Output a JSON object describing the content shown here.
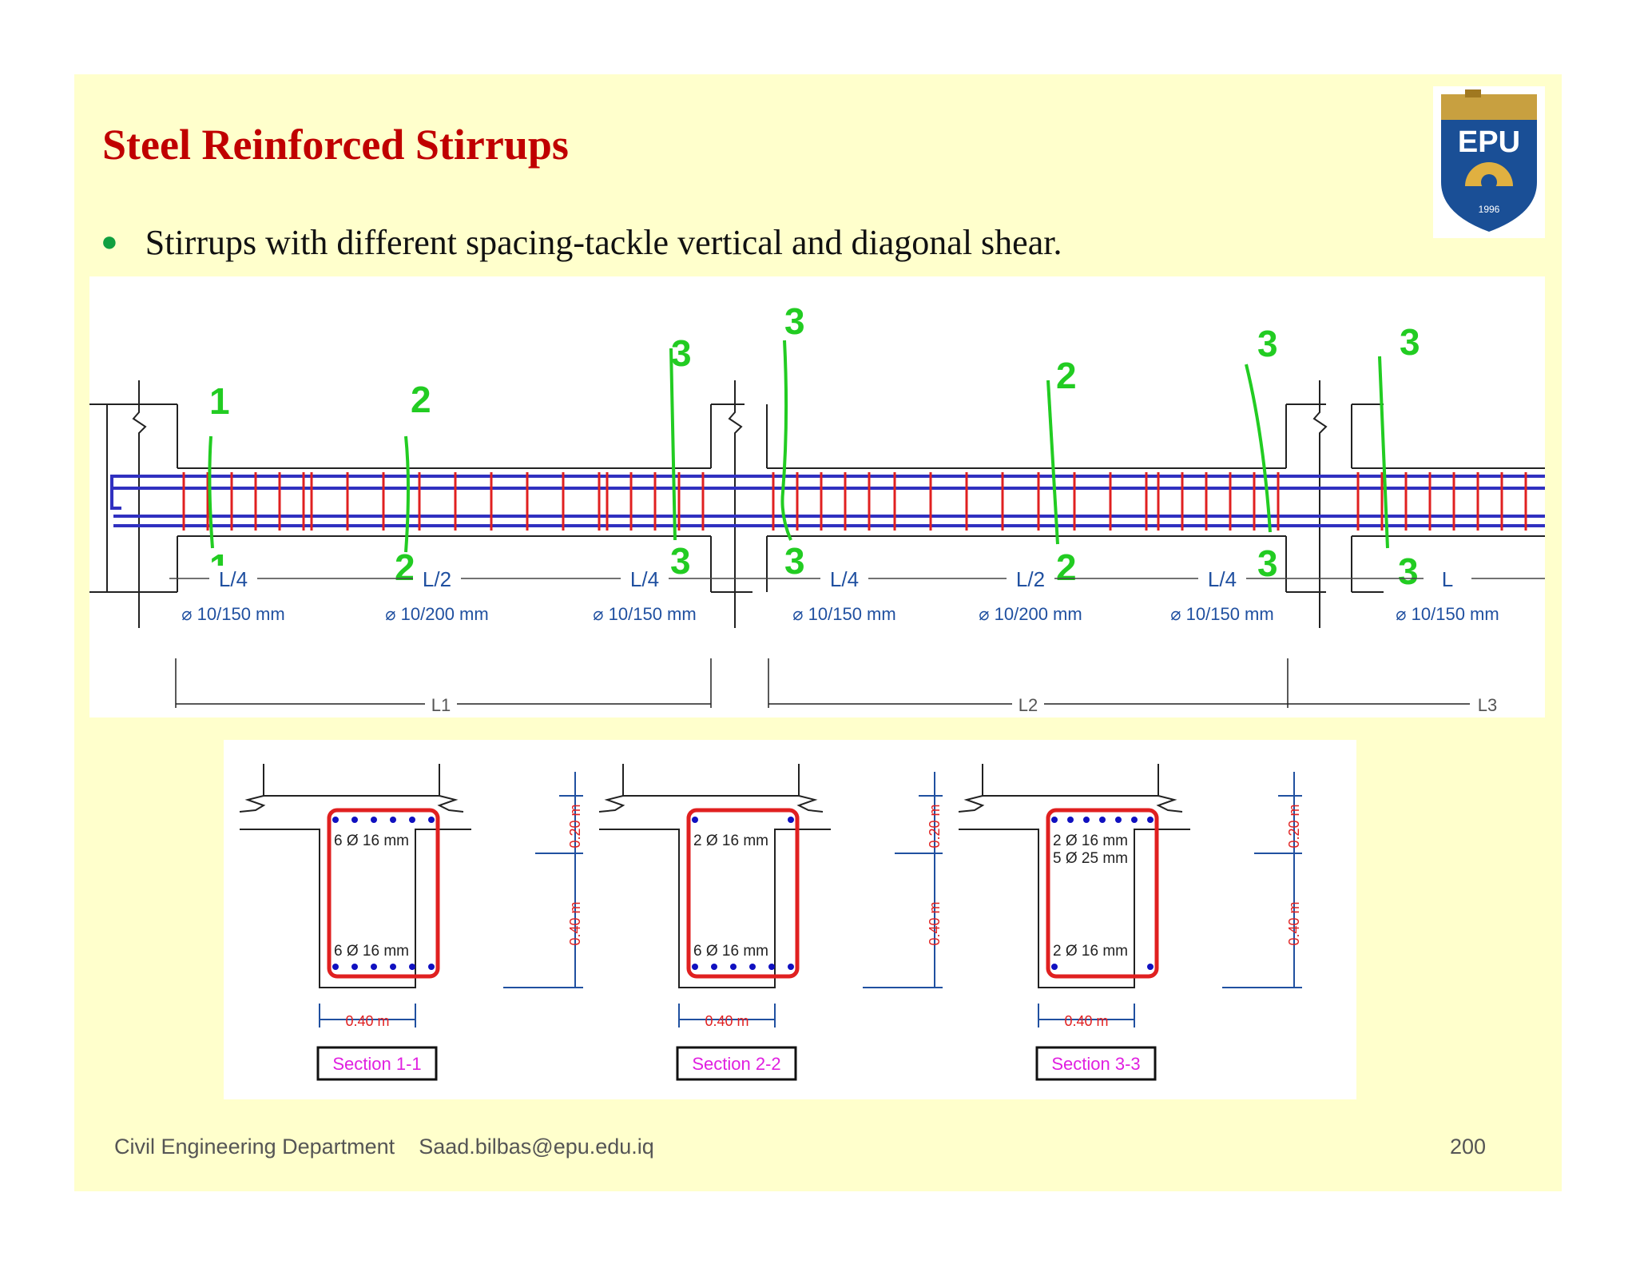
{
  "slide": {
    "title": "Steel Reinforced Stirrups",
    "bullet": "Stirrups with different spacing-tackle vertical and diagonal shear.",
    "logo_text": "EPU",
    "logo_year": "1996",
    "footer_department": "Civil Engineering Department",
    "footer_email": "Saad.bilbas@epu.edu.iq",
    "page_number": "200"
  },
  "beam_diagram": {
    "segments": [
      {
        "span": "L/4",
        "spacing": "⌀ 10/150 mm"
      },
      {
        "span": "L/2",
        "spacing": "⌀ 10/200 mm"
      },
      {
        "span": "L/4",
        "spacing": "⌀ 10/150 mm"
      },
      {
        "span": "L/4",
        "spacing": "⌀ 10/150 mm"
      },
      {
        "span": "L/2",
        "spacing": "⌀ 10/200 mm"
      },
      {
        "span": "L/4",
        "spacing": "⌀ 10/150 mm"
      },
      {
        "span": "L",
        "spacing": "⌀ 10/150 mm"
      }
    ],
    "span_labels": [
      "L1",
      "L2",
      "L3"
    ],
    "section_marks": [
      "1",
      "1",
      "2",
      "2",
      "3",
      "3",
      "3",
      "3",
      "2",
      "2",
      "3",
      "3",
      "3",
      "3"
    ]
  },
  "sections": [
    {
      "label": "Section 1-1",
      "top_bars": "6 Ø 16 mm",
      "mid_bars": "",
      "bottom_bars": "6 Ø 16 mm",
      "width": "0.40 m",
      "flange_depth": "0.20 m",
      "web_depth": "0.40 m"
    },
    {
      "label": "Section 2-2",
      "top_bars": "2 Ø 16 mm",
      "mid_bars": "",
      "bottom_bars": "6 Ø 16 mm",
      "width": "0.40 m",
      "flange_depth": "0.20 m",
      "web_depth": "0.40 m"
    },
    {
      "label": "Section 3-3",
      "top_bars": "2 Ø 16 mm",
      "mid_bars": "5 Ø 25 mm",
      "bottom_bars": "2 Ø 16 mm",
      "width": "0.40 m",
      "flange_depth": "0.20 m",
      "web_depth": "0.40 m"
    }
  ],
  "colors": {
    "title": "#c00000",
    "background": "#ffffcc",
    "stirrup": "#e02020",
    "rebar": "#3030c0",
    "annotation": "#22cc22",
    "dimension": "#2050a0",
    "section_label": "#e020e0"
  }
}
